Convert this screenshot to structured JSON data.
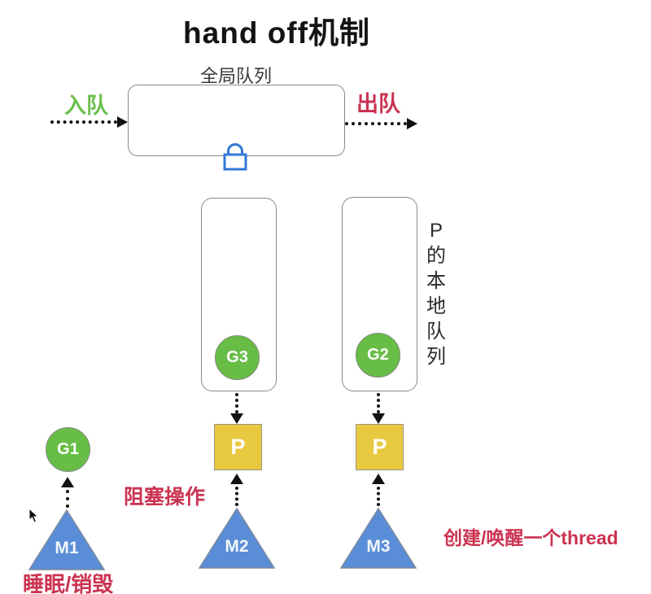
{
  "title": "hand off机制",
  "global_queue": {
    "label": "全局队列",
    "enqueue_label": "入队",
    "dequeue_label": "出队"
  },
  "local_queues": {
    "side_label": "P的本地队列",
    "side_label_chars": [
      "P",
      "的",
      "本",
      "地",
      "队",
      "列"
    ],
    "left_goroutine": "G3",
    "right_goroutine": "G2"
  },
  "processors": {
    "left": "P",
    "right": "P"
  },
  "goroutines": {
    "g1": "G1"
  },
  "machines": {
    "m1": "M1",
    "m2": "M2",
    "m3": "M3"
  },
  "annotations": {
    "blocking_operation": "阻塞操作",
    "sleep_destroy": "睡眠/销毁",
    "create_wake_thread": "创建/唤醒一个thread"
  },
  "colors": {
    "goroutine_green": "#67bd45",
    "processor_yellow": "#e9c93f",
    "machine_blue": "#5a8dd8",
    "enqueue_green": "#6cbf4c",
    "annotation_red": "#cb3351",
    "lock_blue": "#3178d6",
    "outline_gray": "#8a8a8a"
  }
}
